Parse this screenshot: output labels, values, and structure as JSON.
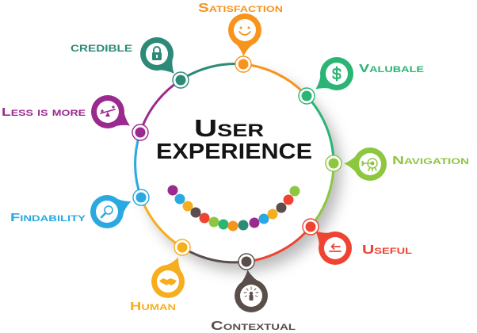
{
  "title": {
    "line1": "User",
    "line2": "EXPERIENCE"
  },
  "items": [
    {
      "id": "satisfaction",
      "label": "Satisfaction",
      "color": "#F7941D",
      "icon": "smiley-icon"
    },
    {
      "id": "valuable",
      "label": "Valubale",
      "color": "#2AB574",
      "icon": "dollar-icon"
    },
    {
      "id": "navigation",
      "label": "Navigation",
      "color": "#8DC63F",
      "icon": "target-icon"
    },
    {
      "id": "useful",
      "label": "Useful",
      "color": "#EE4431",
      "icon": "return-arrow-icon"
    },
    {
      "id": "contextual",
      "label": "Contextual",
      "color": "#5A4E4A",
      "icon": "lightbulb-icon"
    },
    {
      "id": "human",
      "label": "Human",
      "color": "#F6AE1E",
      "icon": "handshake-icon"
    },
    {
      "id": "findability",
      "label": "Findability",
      "color": "#29A9E0",
      "icon": "magnifier-icon"
    },
    {
      "id": "less-is-more",
      "label": "Less is more",
      "color": "#9B2A8F",
      "icon": "seesaw-icon"
    },
    {
      "id": "credible",
      "label": "credible",
      "color": "#2C8A76",
      "icon": "lock-icon"
    }
  ],
  "smile_dots": [
    "#9B2A8F",
    "#29A9E0",
    "#F6AE1E",
    "#5A4E4A",
    "#EE4431",
    "#8DC63F",
    "#2AB574",
    "#F7941D",
    "#2C8A76",
    "#9B2A8F",
    "#29A9E0",
    "#F6AE1E",
    "#5A4E4A",
    "#EE4431",
    "#8DC63F"
  ],
  "shadow_color": "#000000",
  "title_color": "#141414"
}
